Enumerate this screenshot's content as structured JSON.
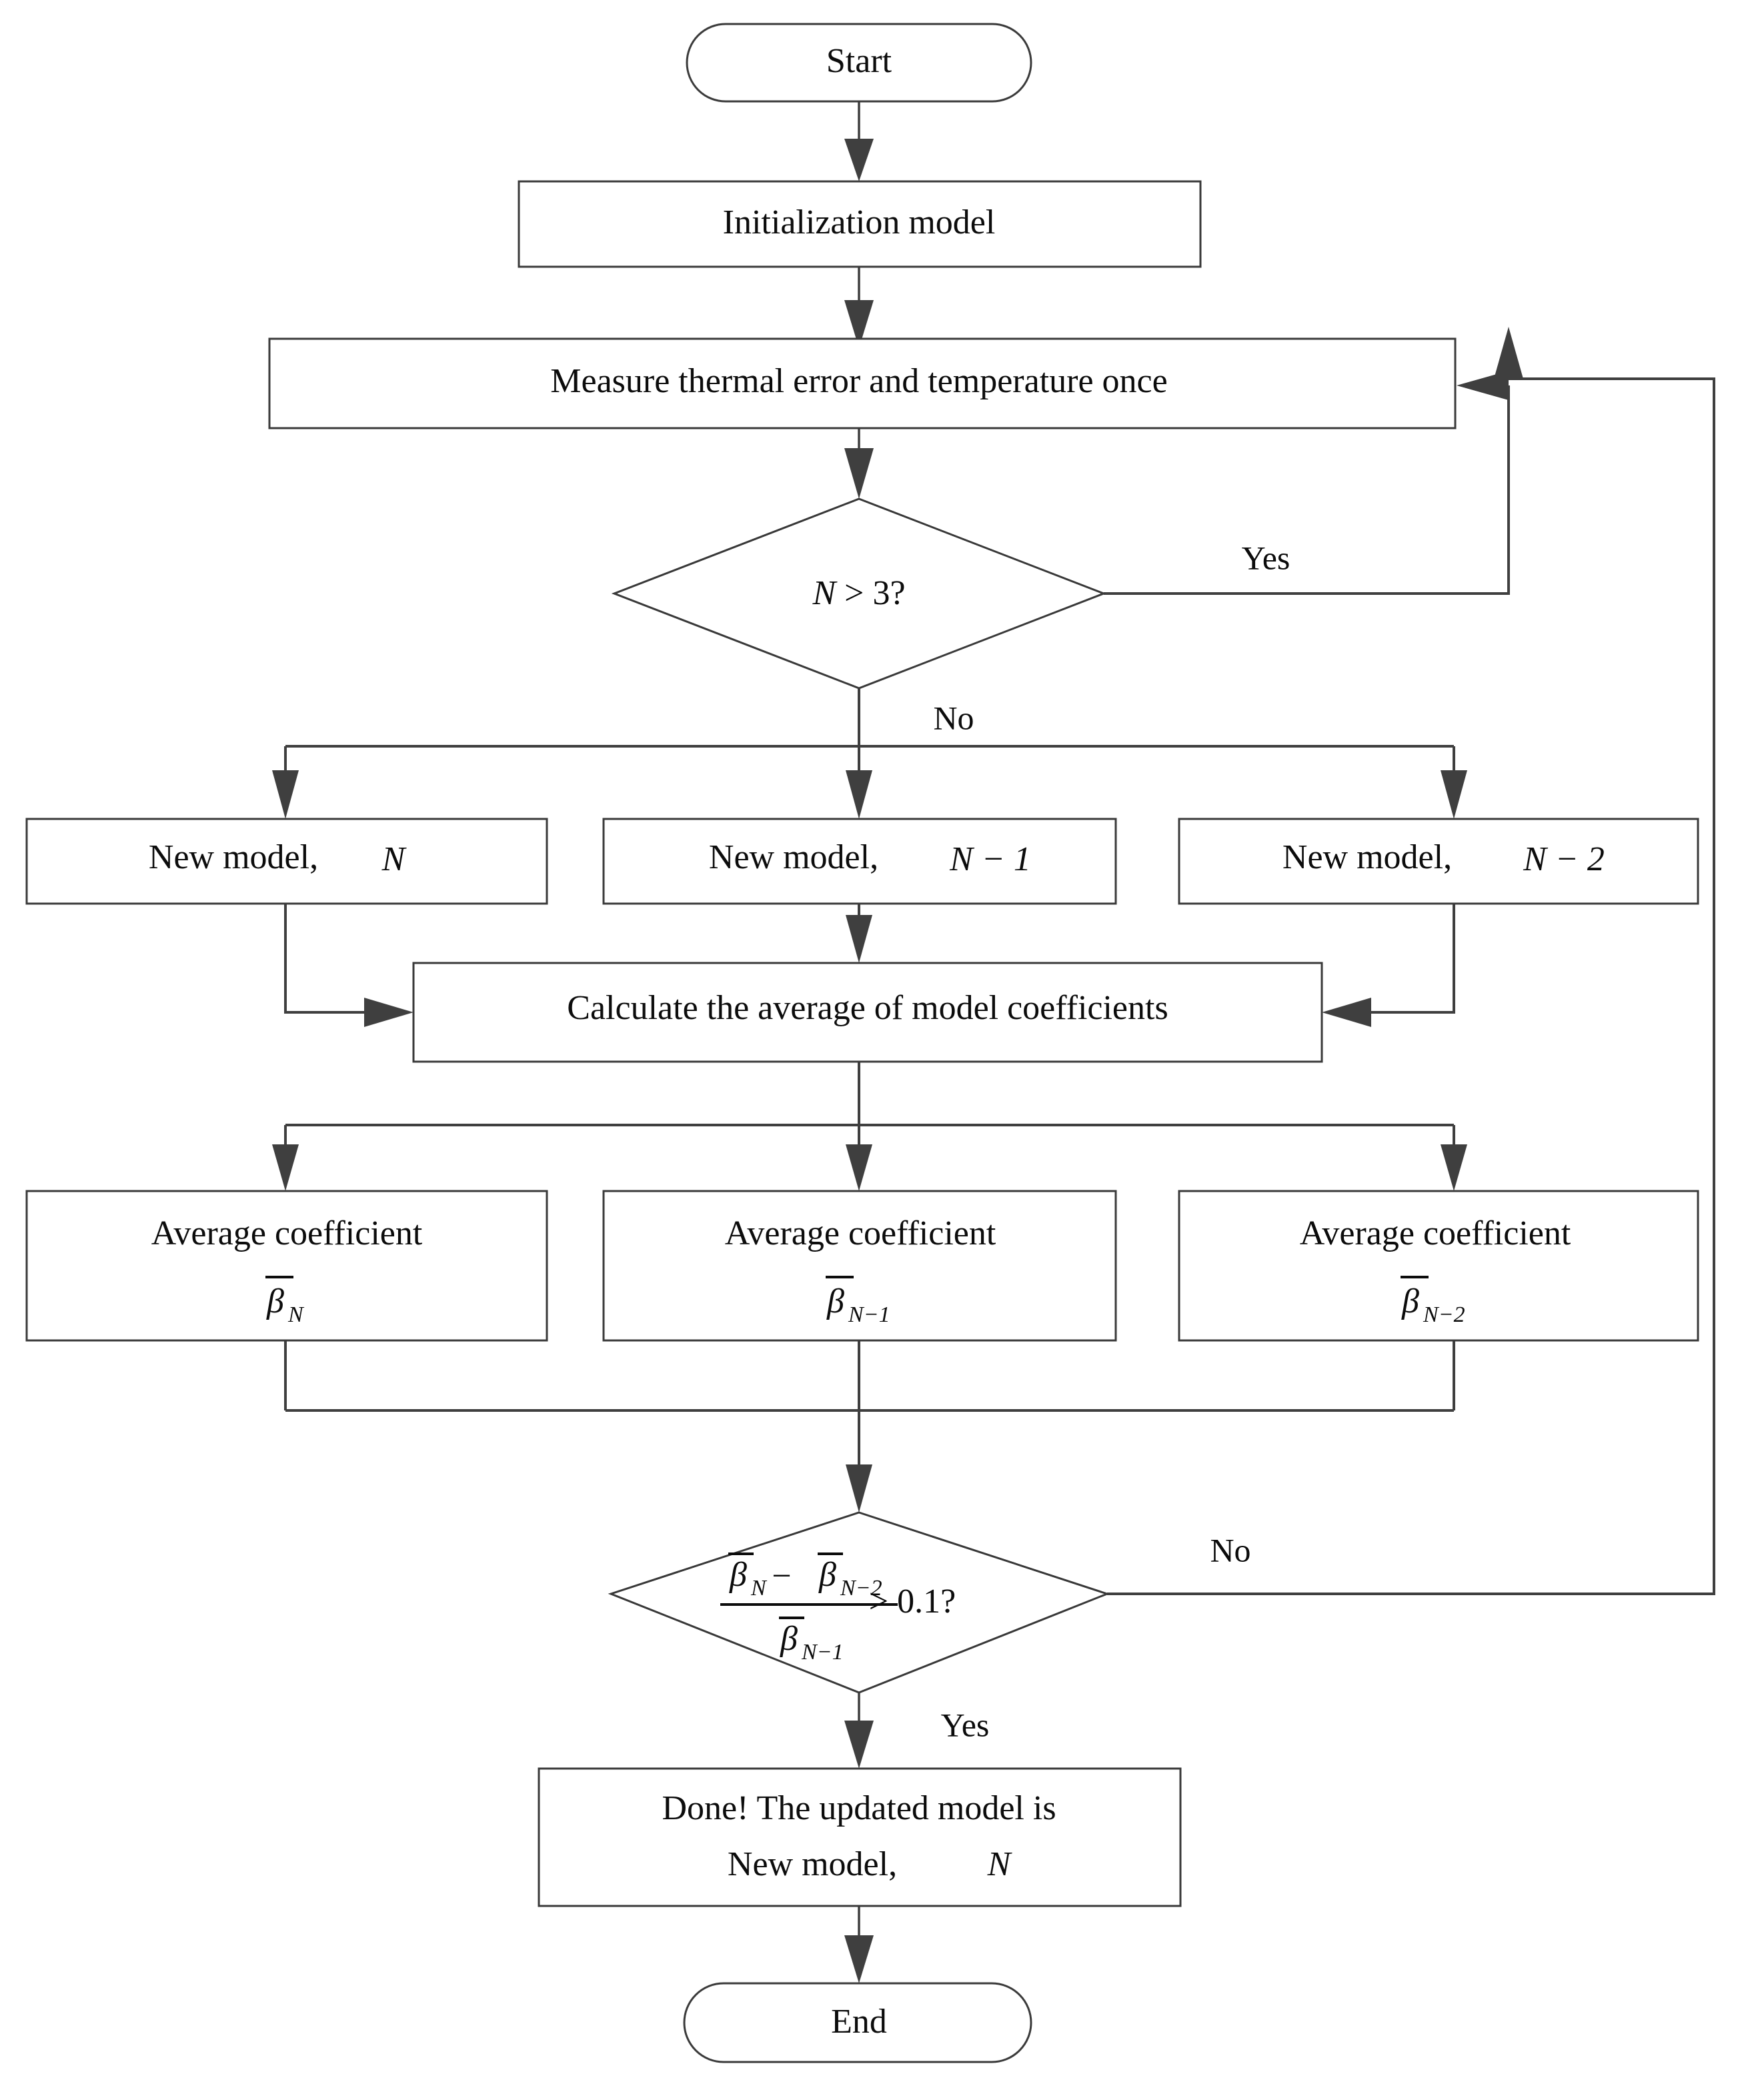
{
  "diagram": {
    "title": "Model update procedure flowchart",
    "type": "flowchart",
    "colors": {
      "node_stroke": "#3a3a3a",
      "edge_stroke": "#3f3f3f",
      "node_fill": "#ffffff",
      "text": "#0c0c0c"
    }
  },
  "nodes": {
    "start": {
      "label": "Start",
      "shape": "terminator"
    },
    "init": {
      "label": "Initialization model",
      "shape": "process"
    },
    "measure": {
      "label": "Measure thermal error and temperature once",
      "shape": "process"
    },
    "decision_n": {
      "label_var": "N",
      "label_op": " > 3?",
      "shape": "decision"
    },
    "new_model_n": {
      "label": "New model,",
      "sub": "N",
      "shape": "process"
    },
    "new_model_n1": {
      "label": "New model,",
      "sub": "N − 1",
      "shape": "process"
    },
    "new_model_n2": {
      "label": "New model,",
      "sub": "N − 2",
      "shape": "process"
    },
    "calc_avg": {
      "label": "Calculate the average of model coefficients",
      "shape": "process"
    },
    "avg_coef_n": {
      "label": "Average coefficient",
      "beta": "β",
      "sub": "N",
      "shape": "process"
    },
    "avg_coef_n1": {
      "label": "Average coefficient",
      "beta": "β",
      "sub": "N−1",
      "shape": "process"
    },
    "avg_coef_n2": {
      "label": "Average coefficient",
      "beta": "β",
      "sub": "N−2",
      "shape": "process"
    },
    "decision_beta": {
      "shape": "decision",
      "numerator_beta1": "β",
      "numerator_sub1": "N",
      "numerator_minus": "−",
      "numerator_beta2": "β",
      "numerator_sub2": "N−2",
      "denominator_beta": "β",
      "denominator_sub": "N−1",
      "comparison": "> 0.1?"
    },
    "done": {
      "line1": "Done! The updated model is",
      "line2": "New model,",
      "sub": "N",
      "shape": "process"
    },
    "end": {
      "label": "End",
      "shape": "terminator"
    }
  },
  "edge_labels": {
    "n_yes": "Yes",
    "n_no": "No",
    "beta_no": "No",
    "beta_yes": "Yes"
  }
}
